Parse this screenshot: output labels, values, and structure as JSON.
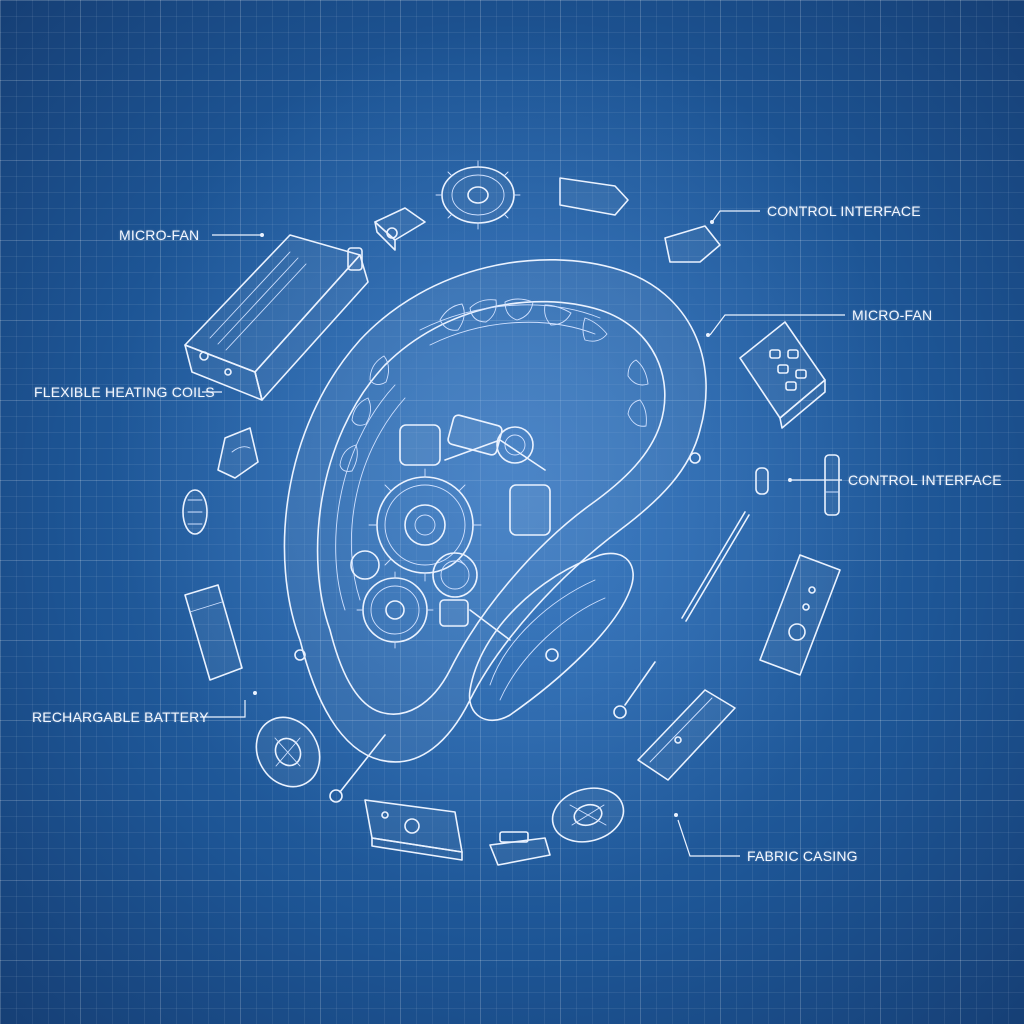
{
  "labels": {
    "micro_fan_left": "MICRO-FAN",
    "flexible_heating_coils": "FLEXIBLE HEATING COILS",
    "rechargable_battery": "RECHARGABLE BATTERY",
    "control_interface_top": "CONTROL INTERFACE",
    "micro_fan_right": "MICRO-FAN",
    "control_interface_mid": "CONTROL INTERFACE",
    "fabric_casing": "FABRIC CASING"
  }
}
